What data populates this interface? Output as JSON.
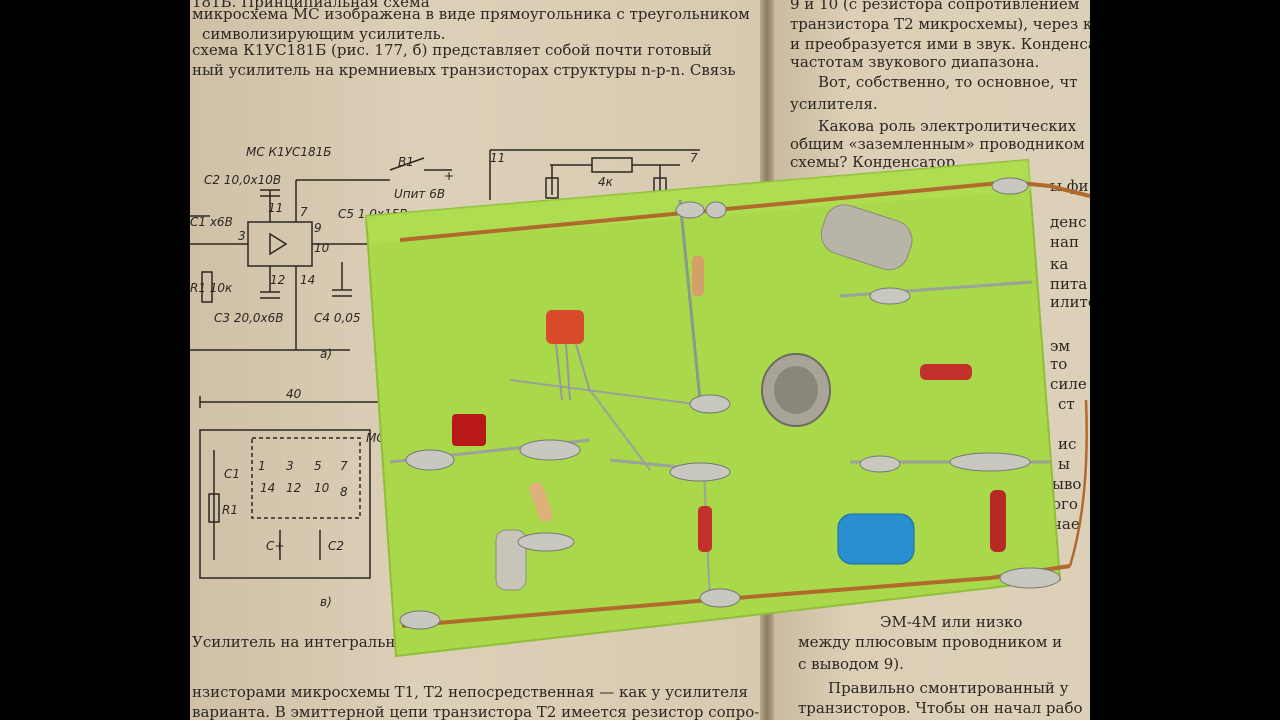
{
  "left_page": {
    "lines_top": [
      "181Б. Принципиальная схема",
      "микросхема МС изображена в виде прямоугольника с треугольником",
      "символизирующим усилитель.",
      "схема К1УС181Б (рис. 177, б) представляет собой почти готовый",
      "ный усилитель на кремниевых транзисторах структуры n-p-n. Связь"
    ],
    "lines_bottom": [
      "Усилитель на интегральной",
      "нзисторами микросхемы T1, T2 непосредственная — как у усилителя",
      "варианта. В эмиттерной цепи транзистора T2 имеется резистор сопро-"
    ]
  },
  "right_page": {
    "lines_top": [
      "9 и 10 (с резистора сопротивлением",
      "транзистора T2 микросхемы), через к",
      "и преобразуется ими в звук. Конденса",
      "частотам звукового диапазона.",
      "Вот, собственно, то основное, чт",
      "усилителя.",
      "Какова роль электролитических",
      "общим «заземленным» проводником",
      "схемы? Конденсатор"
    ],
    "lines_bottom": [
      "между плюсовым проводником и",
      "с выводом 9).",
      "Правильно смонтированный у",
      "транзисторов. Чтобы он начал рабо"
    ],
    "fragments_right_edge": [
      "ы фи",
      "денс",
      "нап",
      "ка",
      "пита",
      "илите",
      "эм",
      "то",
      "силе",
      "ст",
      "ис",
      "ы",
      "ыво",
      "ого",
      "чае",
      "ЭМ-4М или низко"
    ]
  },
  "schematic_a": {
    "title": "МС К1УС181Б",
    "switch_label": "В1",
    "supply_label": "Uпит 6В",
    "c2": "С2 10,0х10В",
    "c1": "С1 х6В",
    "r1": "R1 10к",
    "c3": "С3 20,0х6В",
    "c4": "С4 0,05",
    "c5": "С5 1,0х15В",
    "pins": [
      "11",
      "7",
      "9",
      "10",
      "3",
      "12",
      "14"
    ],
    "caption": "а)",
    "resistor_label": "4к",
    "top_pins": [
      "11",
      "7"
    ]
  },
  "schematic_v": {
    "dimension": "40",
    "pins_top": [
      "1",
      "3",
      "5",
      "7"
    ],
    "pins_bottom": [
      "14",
      "12",
      "10",
      "8"
    ],
    "labels": [
      "С1",
      "R1",
      "С+",
      "С2",
      "МС"
    ],
    "caption": "в)"
  },
  "colors": {
    "board": "#a9d84b",
    "paper": "#d9cbb3",
    "wire": "#b06a2c",
    "background": "#000000"
  }
}
